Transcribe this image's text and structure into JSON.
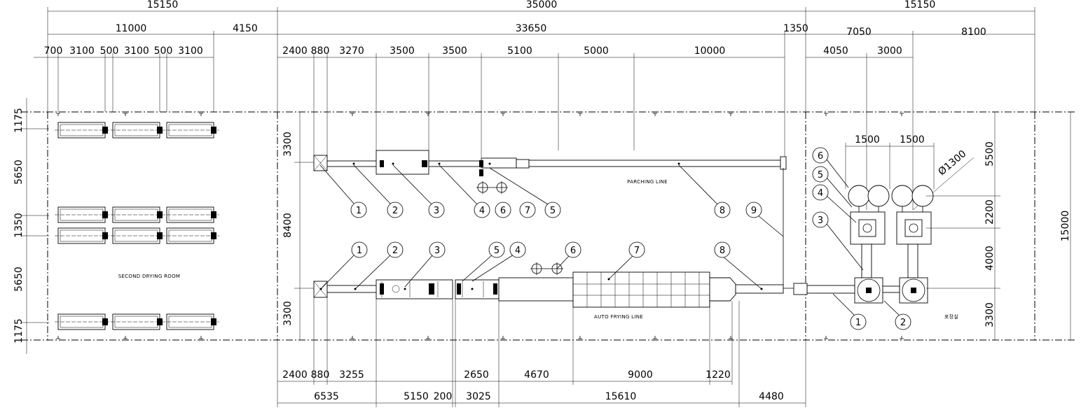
{
  "top_row1": [
    "15150",
    "35000",
    "15150"
  ],
  "top_row2": [
    "11000",
    "4150",
    "33650",
    "1350",
    "7050",
    "8100"
  ],
  "top_row3": [
    "700",
    "3100",
    "500",
    "3100",
    "500",
    "3100",
    "2400",
    "880",
    "3270",
    "3500",
    "3500",
    "5100",
    "5000",
    "10000",
    "4050",
    "3000"
  ],
  "bottom_row1": [
    "2400",
    "880",
    "3255",
    "2650",
    "4670",
    "9000",
    "1220"
  ],
  "bottom_row2": [
    "6535",
    "5150",
    "200",
    "3025",
    "15610",
    "4480"
  ],
  "left_dims": [
    "1175",
    "5650",
    "1350",
    "5650",
    "1175"
  ],
  "mid_dims": [
    "3300",
    "8400",
    "3300"
  ],
  "right_dims": [
    "5500",
    "2200",
    "4000",
    "3300"
  ],
  "overall_right": "15000",
  "pack_dims": [
    "1500",
    "1500",
    "Ø1300"
  ],
  "labels": {
    "second_drying": "SECOND DRYING ROOM",
    "parching": "PARCHING LINE",
    "auto_frying": "AUTO FRYING LINE",
    "packing": "포장실"
  },
  "callouts_parching": [
    "1",
    "2",
    "3",
    "4",
    "6",
    "7",
    "5",
    "8",
    "9"
  ],
  "callouts_frying": [
    "1",
    "2",
    "3",
    "5",
    "4",
    "6",
    "7",
    "8"
  ],
  "callouts_packing": [
    "6",
    "5",
    "4",
    "3",
    "1",
    "2"
  ]
}
